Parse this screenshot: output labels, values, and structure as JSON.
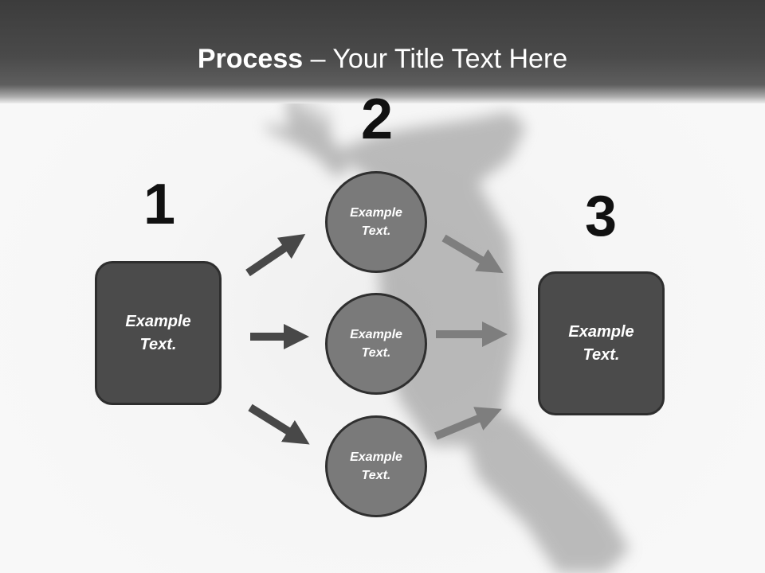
{
  "header": {
    "title_bold": "Process",
    "title_separator": " – ",
    "title_rest": "Your Title Text Here"
  },
  "steps": {
    "step1_number": "1",
    "step2_number": "2",
    "step3_number": "3"
  },
  "boxes": {
    "left_label": "Example\nText.",
    "right_label": "Example\nText."
  },
  "circles": [
    {
      "label": "Example\nText."
    },
    {
      "label": "Example\nText."
    },
    {
      "label": "Example\nText."
    }
  ],
  "colors": {
    "header": "#444444",
    "box_fill": "#4b4b4b",
    "circle_fill": "#7a7a7a",
    "arrow_dark": "#484848",
    "arrow_light": "#7e7e7e"
  },
  "icons": {
    "background": "hand-silhouette-image",
    "connectors": "arrow-icon"
  }
}
